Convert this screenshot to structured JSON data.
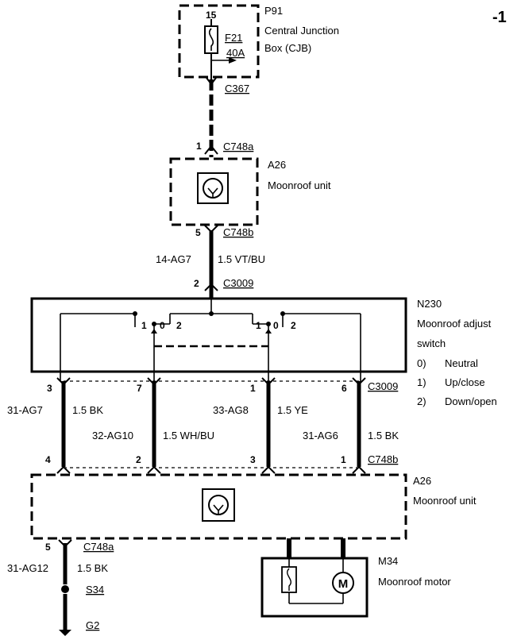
{
  "page_marker": "-1",
  "cjb": {
    "ref": "P91",
    "name_line1": "Central Junction",
    "name_line2": "Box (CJB)",
    "pin": "15",
    "fuse": "F21",
    "rating": "40A",
    "connector": "C367"
  },
  "a26_top": {
    "ref": "A26",
    "name": "Moonroof unit",
    "pin_in": "1",
    "conn_in": "C748a",
    "pin_out": "5",
    "conn_out": "C748b"
  },
  "wire_feed": {
    "circuit": "14-AG7",
    "spec": "1.5 VT/BU"
  },
  "switch": {
    "ref": "N230",
    "name_line1": "Moonroof adjust",
    "name_line2": "switch",
    "pin_in": "2",
    "conn_in": "C3009",
    "pos_labels": [
      "1",
      "0",
      "2"
    ],
    "legend": [
      {
        "num": "0)",
        "text": "Neutral"
      },
      {
        "num": "1)",
        "text": "Up/close"
      },
      {
        "num": "2)",
        "text": "Down/open"
      }
    ]
  },
  "wires": [
    {
      "pin_top": "3",
      "circuit": "31-AG7",
      "spec": "1.5 BK",
      "pin_bottom": "4"
    },
    {
      "pin_top": "7",
      "circuit": "32-AG10",
      "spec": "1.5 WH/BU",
      "pin_bottom": "2"
    },
    {
      "pin_top": "1",
      "circuit": "33-AG8",
      "spec": "1.5 YE",
      "pin_bottom": "3"
    },
    {
      "pin_top": "6",
      "circuit": "31-AG6",
      "spec": "1.5 BK",
      "pin_bottom": "1"
    }
  ],
  "wires_conn_top": "C3009",
  "wires_conn_bottom": "C748b",
  "a26_bottom": {
    "ref": "A26",
    "name": "Moonroof unit"
  },
  "ground": {
    "pin": "5",
    "conn": "C748a",
    "circuit": "31-AG12",
    "spec": "1.5 BK",
    "splice": "S34",
    "ground_ref": "G2"
  },
  "motor": {
    "ref": "M34",
    "name": "Moonroof motor",
    "symbol": "M"
  },
  "colors": {
    "line": "#000000",
    "background": "#ffffff"
  }
}
